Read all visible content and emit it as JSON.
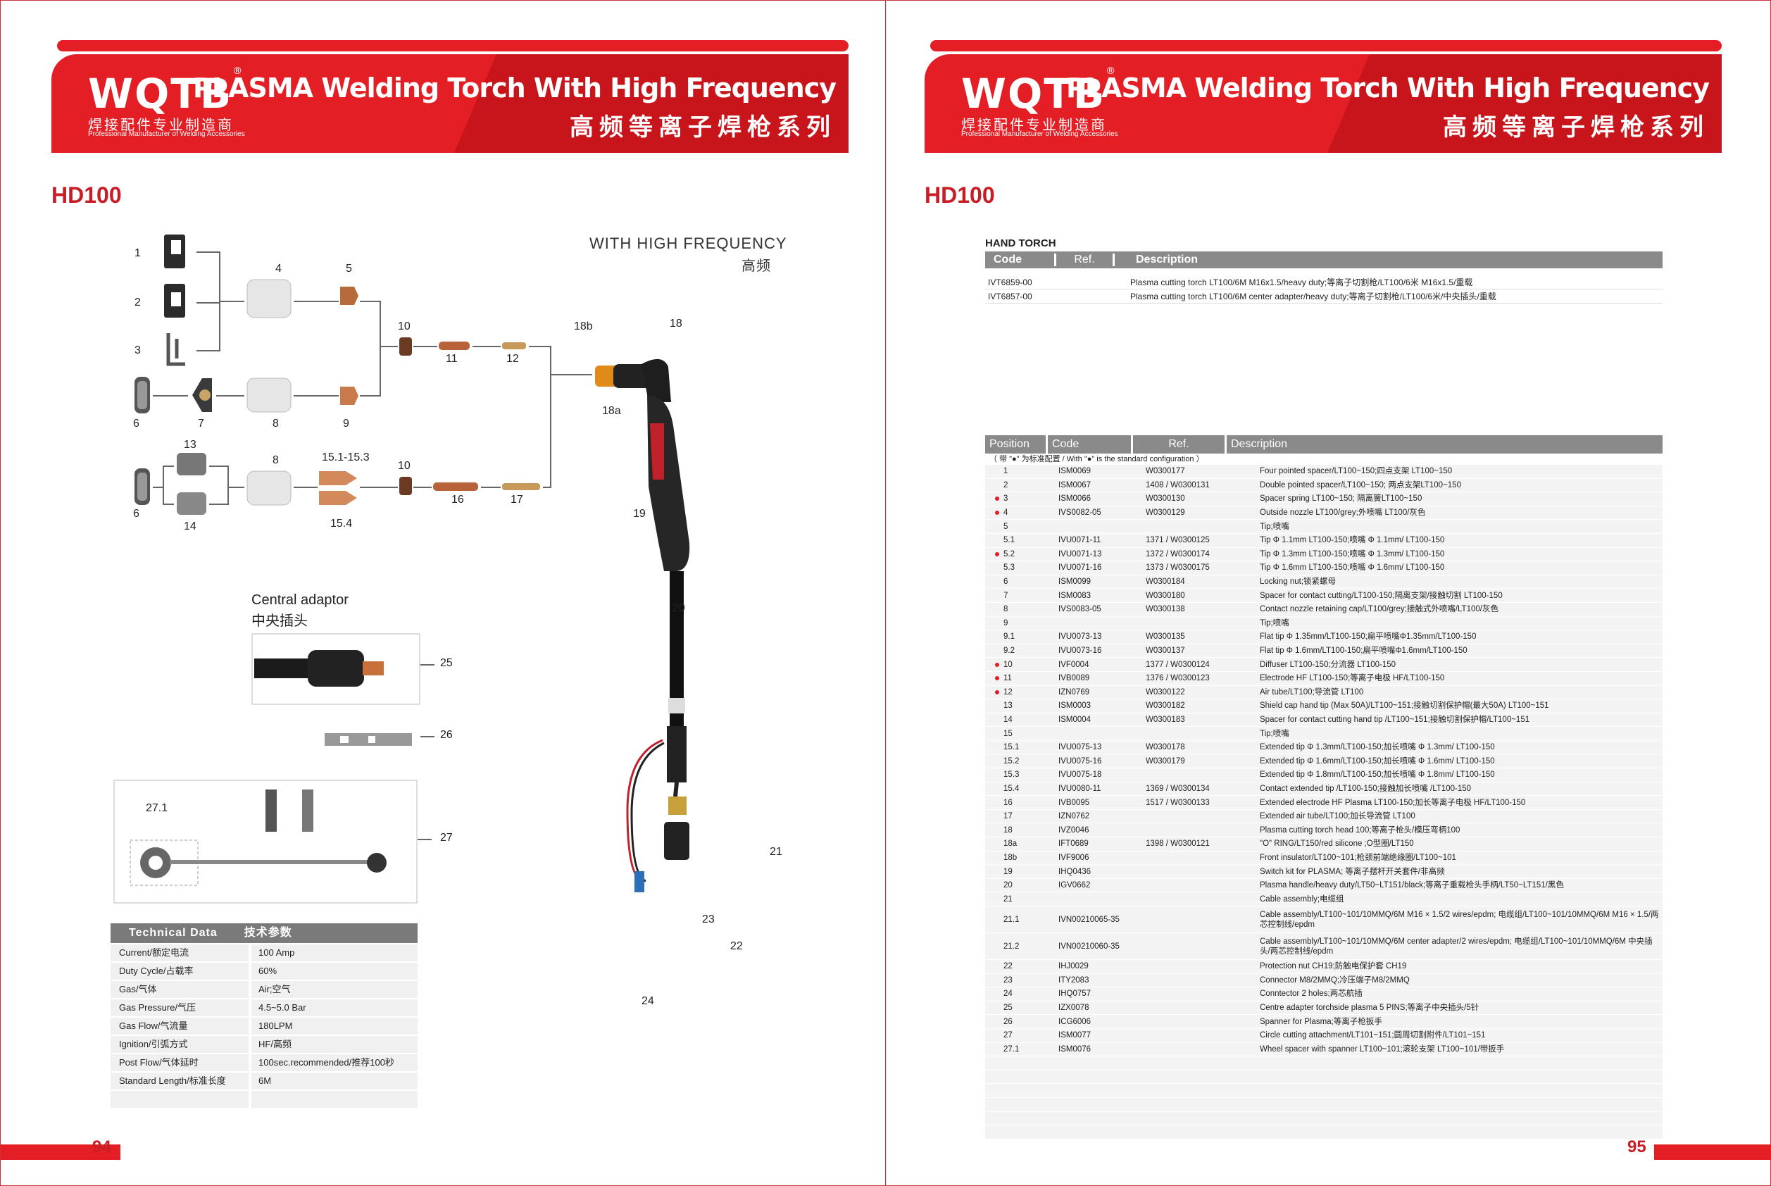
{
  "header": {
    "logo": "WQTB",
    "logo_reg": "®",
    "logo_cn": "焊接配件专业制造商",
    "logo_en": "Professional Manufacturer of Welding Accessories",
    "title_en": "PLASMA Welding Torch With High Frequency",
    "title_cn": "高频等离子焊枪系列"
  },
  "model": "HD100",
  "left_page": {
    "page_number": "94",
    "diagram": {
      "title_en": "WITH HIGH FREQUENCY",
      "title_cn": "高频",
      "central_adaptor_en": "Central adaptor",
      "central_adaptor_cn": "中央插头",
      "labels": [
        "1",
        "2",
        "3",
        "4",
        "5",
        "6",
        "7",
        "8",
        "9",
        "10",
        "11",
        "12",
        "13",
        "8",
        "15.1-15.3",
        "10",
        "6",
        "14",
        "15.4",
        "16",
        "17",
        "18b",
        "18",
        "18a",
        "19",
        "20",
        "21",
        "22",
        "23",
        "24",
        "25",
        "26",
        "27",
        "27.1"
      ]
    },
    "tech_data": {
      "title_en": "Technical Data",
      "title_cn": "技术参数",
      "rows": [
        {
          "k": "Current/额定电流",
          "v": "100 Amp"
        },
        {
          "k": "Duty Cycle/占载率",
          "v": "60%"
        },
        {
          "k": "Gas/气体",
          "v": "Air;空气"
        },
        {
          "k": "Gas Pressure/气压",
          "v": "4.5~5.0 Bar"
        },
        {
          "k": "Gas Flow/气流量",
          "v": "180LPM"
        },
        {
          "k": "Ignition/引弧方式",
          "v": "HF/高频"
        },
        {
          "k": "Post Flow/气体延时",
          "v": "100sec.recommended/推荐100秒"
        },
        {
          "k": "Standard Length/标准长度",
          "v": "6M"
        },
        {
          "k": "",
          "v": ""
        }
      ]
    }
  },
  "right_page": {
    "page_number": "95",
    "hand_torch": {
      "title": "HAND TORCH",
      "headers": [
        "Code",
        "Ref.",
        "Description"
      ],
      "rows": [
        {
          "code": "IVT6859-00",
          "ref": "",
          "desc": "Plasma cutting torch LT100/6M M16x1.5/heavy duty;等离子切割枪/LT100/6米 M16x1.5/重载"
        },
        {
          "code": "IVT6857-00",
          "ref": "",
          "desc": "Plasma cutting torch LT100/6M center adapter/heavy duty;等离子切割枪/LT100/6米/中央插头/重载"
        }
      ]
    },
    "parts": {
      "headers": [
        "Position",
        "Code",
        "Ref.",
        "Description"
      ],
      "note": "（ 带 \"●\" 为标准配置 / With \"●\" is the standard configuration ）",
      "rows": [
        {
          "pos": "1",
          "std": false,
          "code": "ISM0069",
          "ref": "W0300177",
          "desc": "Four pointed spacer/LT100~150;四点支架 LT100~150"
        },
        {
          "pos": "2",
          "std": false,
          "code": "ISM0067",
          "ref": "1408 / W0300131",
          "desc": "Double pointed spacer/LT100~150; 两点支架LT100~150"
        },
        {
          "pos": "3",
          "std": true,
          "code": "ISM0066",
          "ref": "W0300130",
          "desc": "Spacer spring LT100~150; 隔离簧LT100~150"
        },
        {
          "pos": "4",
          "std": true,
          "code": "IVS0082-05",
          "ref": "W0300129",
          "desc": "Outside nozzle LT100/grey;外喷嘴 LT100/灰色"
        },
        {
          "pos": "5",
          "std": false,
          "code": "",
          "ref": "",
          "desc": "Tip;喷嘴"
        },
        {
          "pos": "5.1",
          "std": false,
          "code": "IVU0071-11",
          "ref": "1371 / W0300125",
          "desc": "Tip Φ 1.1mm LT100-150;喷嘴 Φ 1.1mm/ LT100-150"
        },
        {
          "pos": "5.2",
          "std": true,
          "code": "IVU0071-13",
          "ref": "1372 / W0300174",
          "desc": "Tip Φ 1.3mm LT100-150;喷嘴 Φ 1.3mm/ LT100-150"
        },
        {
          "pos": "5.3",
          "std": false,
          "code": "IVU0071-16",
          "ref": "1373 / W0300175",
          "desc": "Tip Φ 1.6mm LT100-150;喷嘴 Φ 1.6mm/ LT100-150"
        },
        {
          "pos": "6",
          "std": false,
          "code": "ISM0099",
          "ref": "W0300184",
          "desc": "Locking nut;锁紧螺母"
        },
        {
          "pos": "7",
          "std": false,
          "code": "ISM0083",
          "ref": "W0300180",
          "desc": "Spacer for contact cutting/LT100-150;隔离支架/接触切割 LT100-150"
        },
        {
          "pos": "8",
          "std": false,
          "code": "IVS0083-05",
          "ref": "W0300138",
          "desc": "Contact nozzle retaining cap/LT100/grey;接触式外喷嘴/LT100/灰色"
        },
        {
          "pos": "9",
          "std": false,
          "code": "",
          "ref": "",
          "desc": "Tip;喷嘴"
        },
        {
          "pos": "9.1",
          "std": false,
          "code": "IVU0073-13",
          "ref": "W0300135",
          "desc": "Flat tip Φ 1.35mm/LT100-150;扁平喷嘴Φ1.35mm/LT100-150"
        },
        {
          "pos": "9.2",
          "std": false,
          "code": "IVU0073-16",
          "ref": "W0300137",
          "desc": "Flat tip Φ 1.6mm/LT100-150;扁平喷嘴Φ1.6mm/LT100-150"
        },
        {
          "pos": "10",
          "std": true,
          "code": "IVF0004",
          "ref": "1377 / W0300124",
          "desc": "Diffuser LT100-150;分流器 LT100-150"
        },
        {
          "pos": "11",
          "std": true,
          "code": "IVB0089",
          "ref": "1376 / W0300123",
          "desc": "Electrode HF LT100-150;等离子电极 HF/LT100-150"
        },
        {
          "pos": "12",
          "std": true,
          "code": "IZN0769",
          "ref": "W0300122",
          "desc": "Air tube/LT100;导流管 LT100"
        },
        {
          "pos": "13",
          "std": false,
          "code": "ISM0003",
          "ref": "W0300182",
          "desc": "Shield cap hand tip (Max 50A)/LT100~151;接触切割保护帽(最大50A) LT100~151"
        },
        {
          "pos": "14",
          "std": false,
          "code": "ISM0004",
          "ref": "W0300183",
          "desc": "Spacer for contact cutting hand tip /LT100~151;接触切割保护帽/LT100~151"
        },
        {
          "pos": "15",
          "std": false,
          "code": "",
          "ref": "",
          "desc": "Tip;喷嘴"
        },
        {
          "pos": "15.1",
          "std": false,
          "code": "IVU0075-13",
          "ref": "W0300178",
          "desc": "Extended tip Φ 1.3mm/LT100-150;加长喷嘴 Φ 1.3mm/ LT100-150"
        },
        {
          "pos": "15.2",
          "std": false,
          "code": "IVU0075-16",
          "ref": "W0300179",
          "desc": "Extended tip Φ 1.6mm/LT100-150;加长喷嘴 Φ 1.6mm/ LT100-150"
        },
        {
          "pos": "15.3",
          "std": false,
          "code": "IVU0075-18",
          "ref": "",
          "desc": "Extended tip Φ 1.8mm/LT100-150;加长喷嘴 Φ 1.8mm/ LT100-150"
        },
        {
          "pos": "15.4",
          "std": false,
          "code": "IVU0080-11",
          "ref": "1369 / W0300134",
          "desc": "Contact extended tip /LT100-150;接触加长喷嘴 /LT100-150"
        },
        {
          "pos": "16",
          "std": false,
          "code": "IVB0095",
          "ref": "1517 / W0300133",
          "desc": "Extended electrode HF Plasma LT100-150;加长等离子电极 HF/LT100-150"
        },
        {
          "pos": "17",
          "std": false,
          "code": "IZN0762",
          "ref": "",
          "desc": "Extended air tube/LT100;加长导流管 LT100"
        },
        {
          "pos": "18",
          "std": false,
          "code": "IVZ0046",
          "ref": "",
          "desc": "Plasma cutting torch head 100;等离子枪头/模压弯柄100"
        },
        {
          "pos": "18a",
          "std": false,
          "code": "IFT0689",
          "ref": "1398 / W0300121",
          "desc": "\"O\" RING/LT150/red silicone ;O型圈/LT150"
        },
        {
          "pos": "18b",
          "std": false,
          "code": "IVF9006",
          "ref": "",
          "desc": "Front insulator/LT100~101;枪颈前端绝缘圈/LT100~101"
        },
        {
          "pos": "19",
          "std": false,
          "code": "IHQ0436",
          "ref": "",
          "desc": "Switch kit for PLASMA; 等离子摆杆开关套件/非高频"
        },
        {
          "pos": "20",
          "std": false,
          "code": "IGV0662",
          "ref": "",
          "desc": "Plasma handle/heavy duty/LT50~LT151/black;等离子重载枪头手柄/LT50~LT151/黑色"
        },
        {
          "pos": "21",
          "std": false,
          "code": "",
          "ref": "",
          "desc": "Cable assembly;电缆组"
        },
        {
          "pos": "21.1",
          "std": false,
          "code": "IVN00210065-35",
          "ref": "",
          "desc": "Cable assembly/LT100~101/10MMQ/6M M16 × 1.5/2 wires/epdm; 电缆组/LT100~101/10MMQ/6M M16 × 1.5/两芯控制线/epdm",
          "tall": true
        },
        {
          "pos": "21.2",
          "std": false,
          "code": "IVN00210060-35",
          "ref": "",
          "desc": "Cable assembly/LT100~101/10MMQ/6M center adapter/2 wires/epdm; 电缆组/LT100~101/10MMQ/6M 中央插头/两芯控制线/epdm",
          "tall": true
        },
        {
          "pos": "22",
          "std": false,
          "code": "IHJ0029",
          "ref": "",
          "desc": "Protection nut CH19;防触电保护套 CH19"
        },
        {
          "pos": "23",
          "std": false,
          "code": "ITY2083",
          "ref": "",
          "desc": "Connector M8/2MMQ;冷压端子M8/2MMQ"
        },
        {
          "pos": "24",
          "std": false,
          "code": "IHQ0757",
          "ref": "",
          "desc": "Conntector 2 holes;两芯航插"
        },
        {
          "pos": "25",
          "std": false,
          "code": "IZX0078",
          "ref": "",
          "desc": "Centre adapter torchside plasma 5 PINS;等离子中央插头/5针"
        },
        {
          "pos": "26",
          "std": false,
          "code": "ICG6006",
          "ref": "",
          "desc": "Spanner for Plasma;等离子枪扳手"
        },
        {
          "pos": "27",
          "std": false,
          "code": "ISM0077",
          "ref": "",
          "desc": "Circle cutting attachment/LT101~151;圆周切割附件/LT101~151"
        },
        {
          "pos": "27.1",
          "std": false,
          "code": "ISM0076",
          "ref": "",
          "desc": "Wheel spacer with spanner LT100~101;滚轮支架 LT100~101/带扳手"
        },
        {
          "pos": "",
          "std": false,
          "code": "",
          "ref": "",
          "desc": ""
        },
        {
          "pos": "",
          "std": false,
          "code": "",
          "ref": "",
          "desc": ""
        },
        {
          "pos": "",
          "std": false,
          "code": "",
          "ref": "",
          "desc": ""
        },
        {
          "pos": "",
          "std": false,
          "code": "",
          "ref": "",
          "desc": ""
        },
        {
          "pos": "",
          "std": false,
          "code": "",
          "ref": "",
          "desc": ""
        },
        {
          "pos": "",
          "std": false,
          "code": "",
          "ref": "",
          "desc": ""
        }
      ]
    }
  },
  "colors": {
    "brand_red": "#e31e25",
    "table_header_grey": "#8a8a8a"
  }
}
